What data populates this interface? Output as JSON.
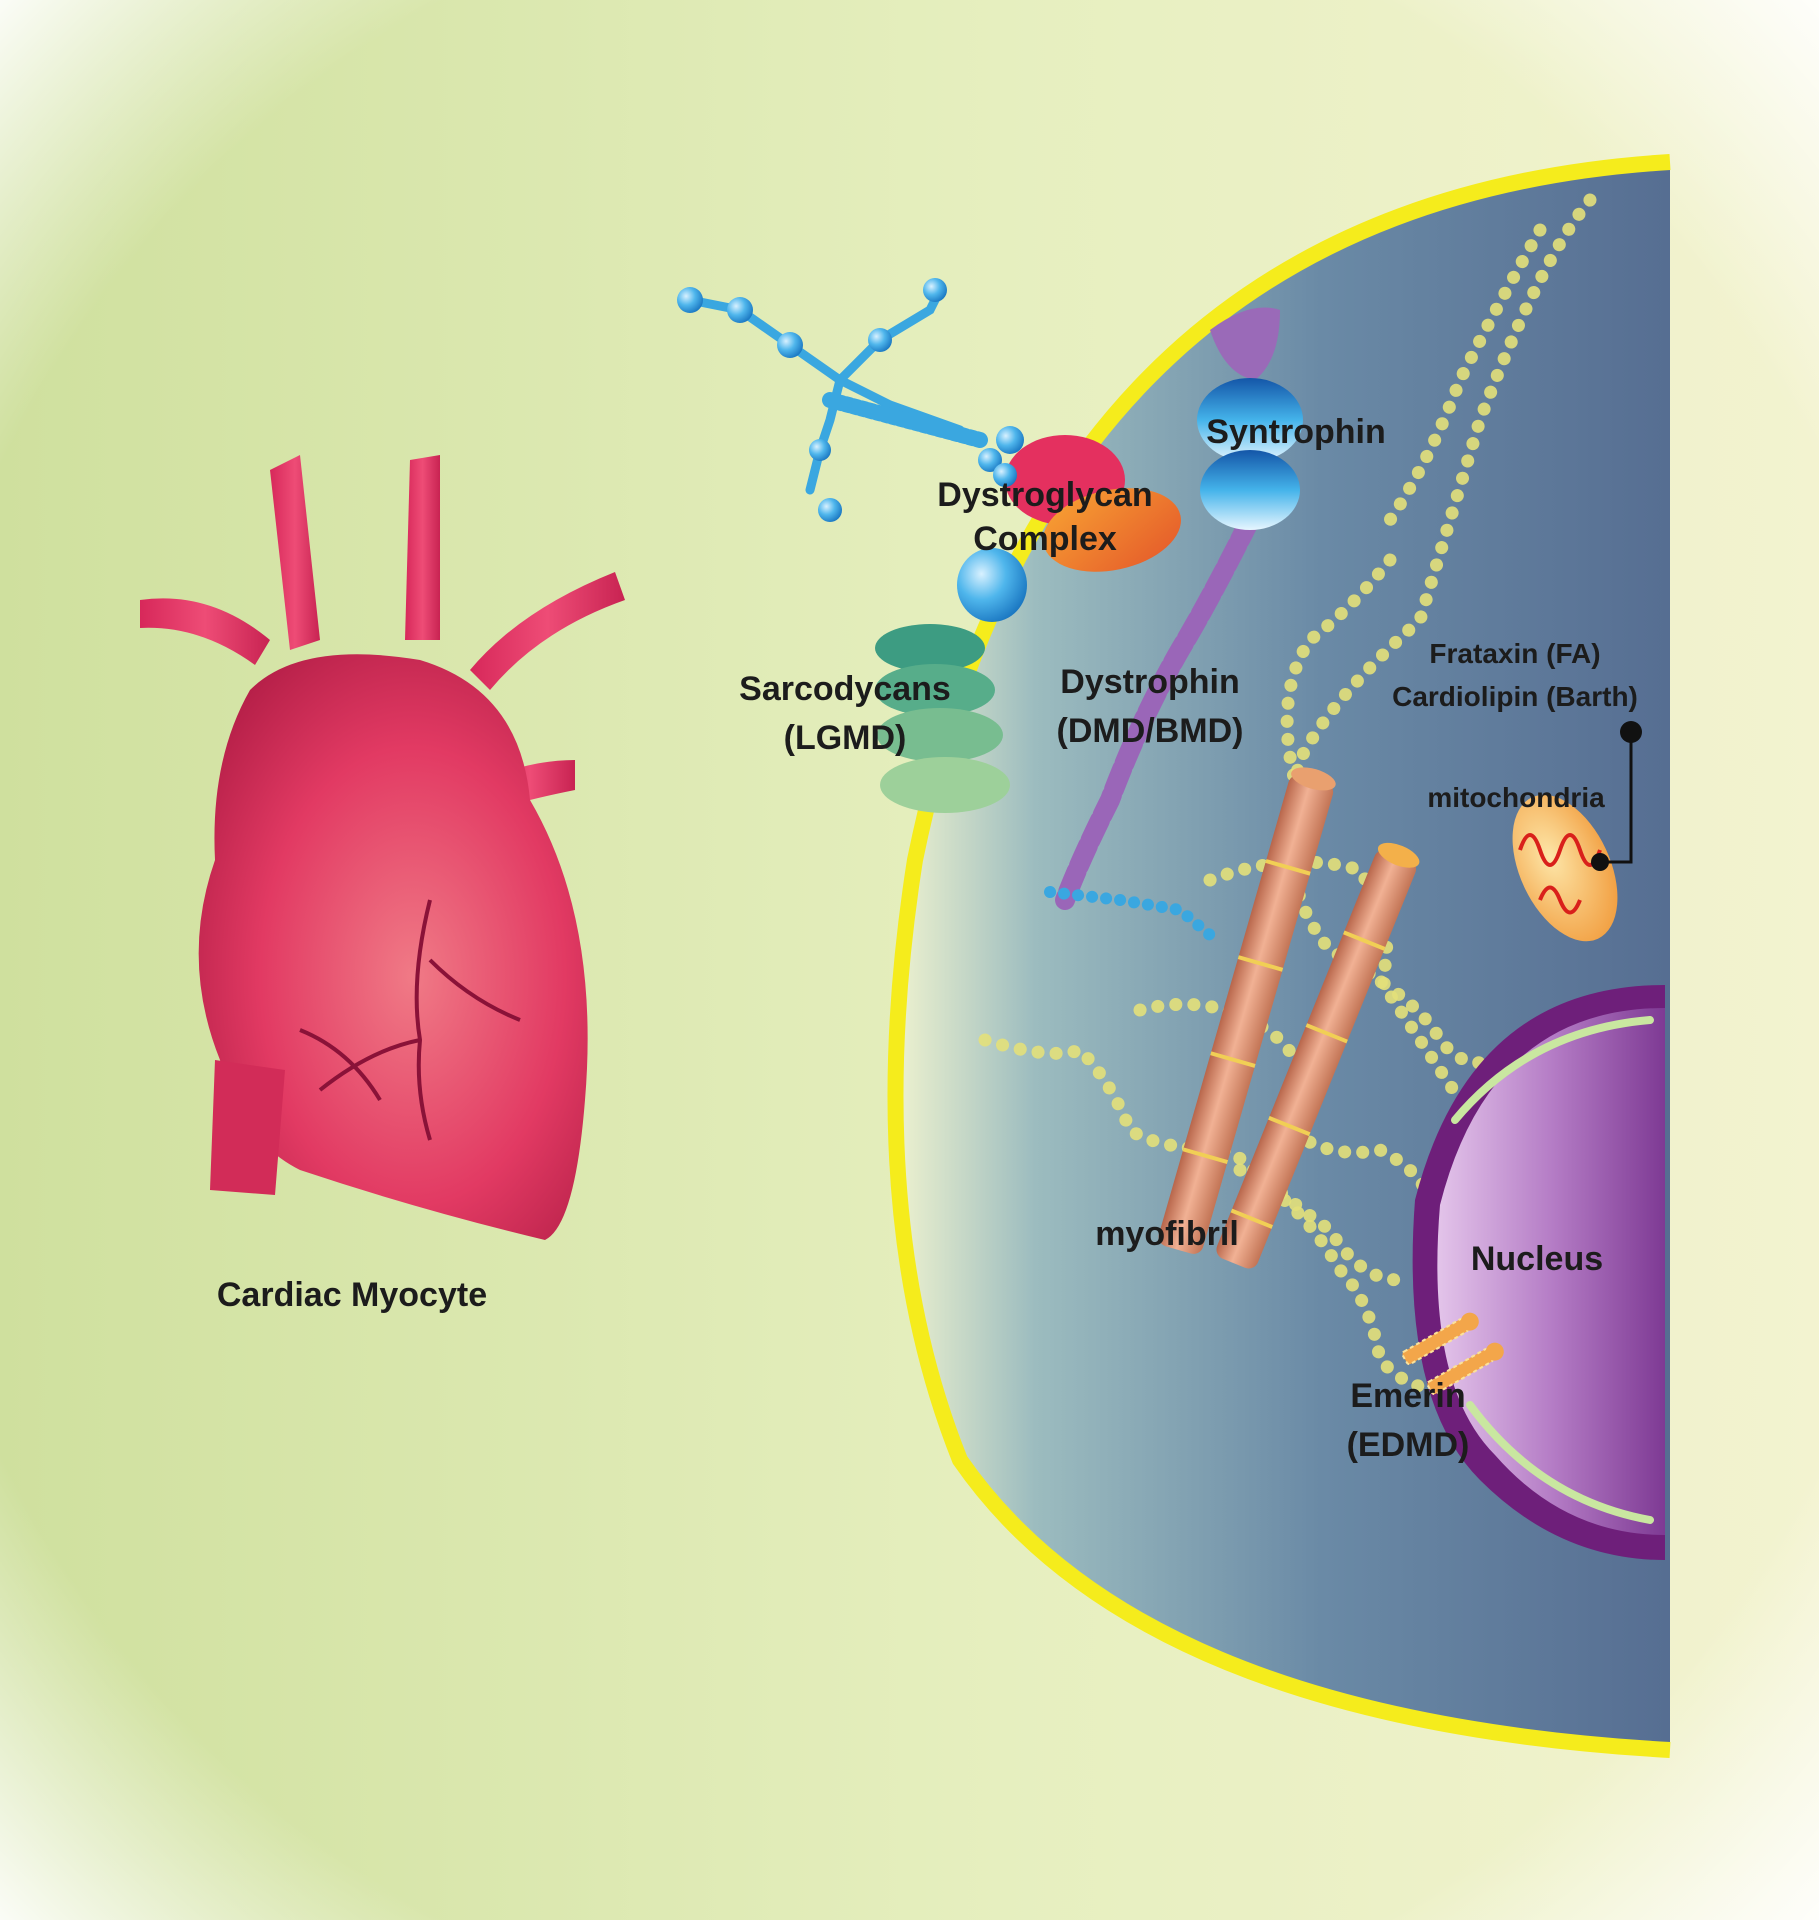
{
  "labels": {
    "cardiac_myocyte": "Cardiac Myocyte",
    "dystroglycan_1": "Dystroglycan",
    "dystroglycan_2": "Complex",
    "syntrophin": "Syntrophin",
    "sarcodycans_1": "Sarcodycans",
    "sarcodycans_2": "(LGMD)",
    "dystrophin_1": "Dystrophin",
    "dystrophin_2": "(DMD/BMD)",
    "frataxin": "Frataxin (FA)",
    "cardiolipin": "Cardiolipin (Barth)",
    "mitochondria": "mitochondria",
    "myofibril": "myofibril",
    "nucleus": "Nucleus",
    "emerin_1": "Emerin",
    "emerin_2": "(EDMD)"
  },
  "colors": {
    "background": "#d3e2a4",
    "membrane": "#f5ec1c",
    "cytoplasm_dark": "#5a7393",
    "cytoplasm_light": "#c8d9c4",
    "heart": "#e2305c",
    "nucleus": "#8e2e8d",
    "nuclear_envelope": "#6e1f7a",
    "myofibril": "#d88a68",
    "intermediate_filament": "#e3e07a",
    "mitochondria": "#f3a64a",
    "mito_dna": "#d9201b",
    "ecm_chain": "#3aa7e0",
    "dystroglycan_red": "#e4305f",
    "dystroglycan_orange": "#f07a24",
    "syntrophin": "#1a70c0",
    "dystrophin": "#9a66b8",
    "sarcoglycan": "#3d9c82",
    "emerin": "#f3a64a"
  },
  "icons": [
    "heart-icon",
    "mitochondria-icon",
    "nucleus-icon"
  ]
}
